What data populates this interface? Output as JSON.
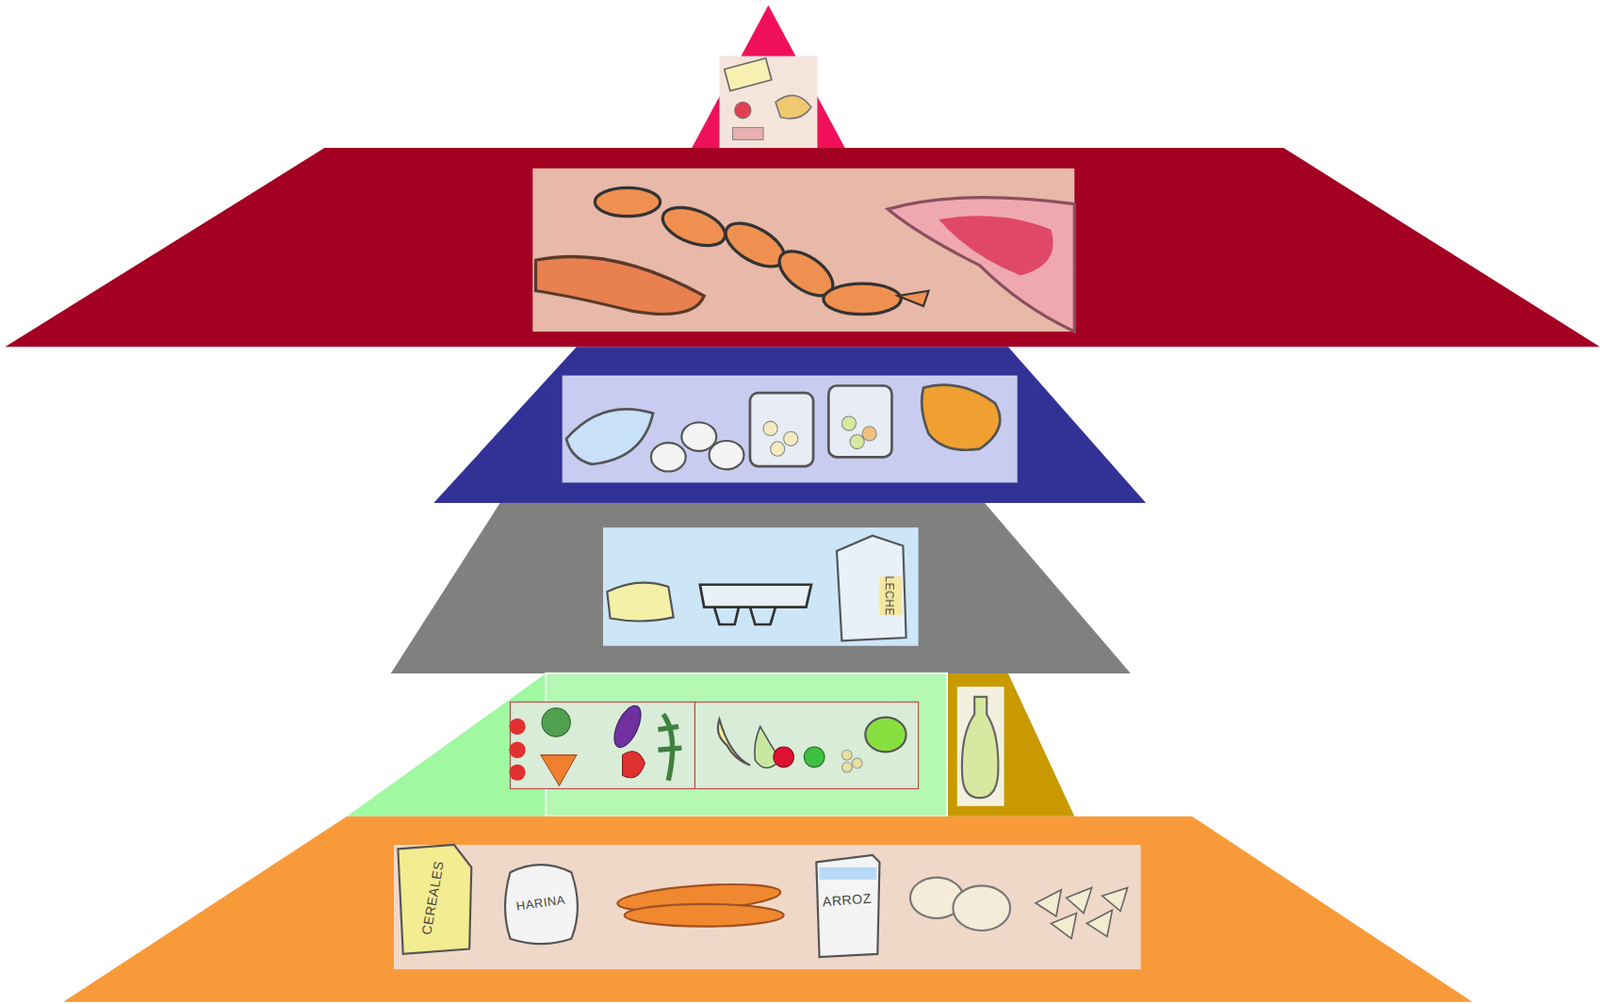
{
  "diagram": {
    "labels": [
      "CEREALES",
      "HARINA",
      "ARROZ",
      "LECHE"
    ]
  }
}
